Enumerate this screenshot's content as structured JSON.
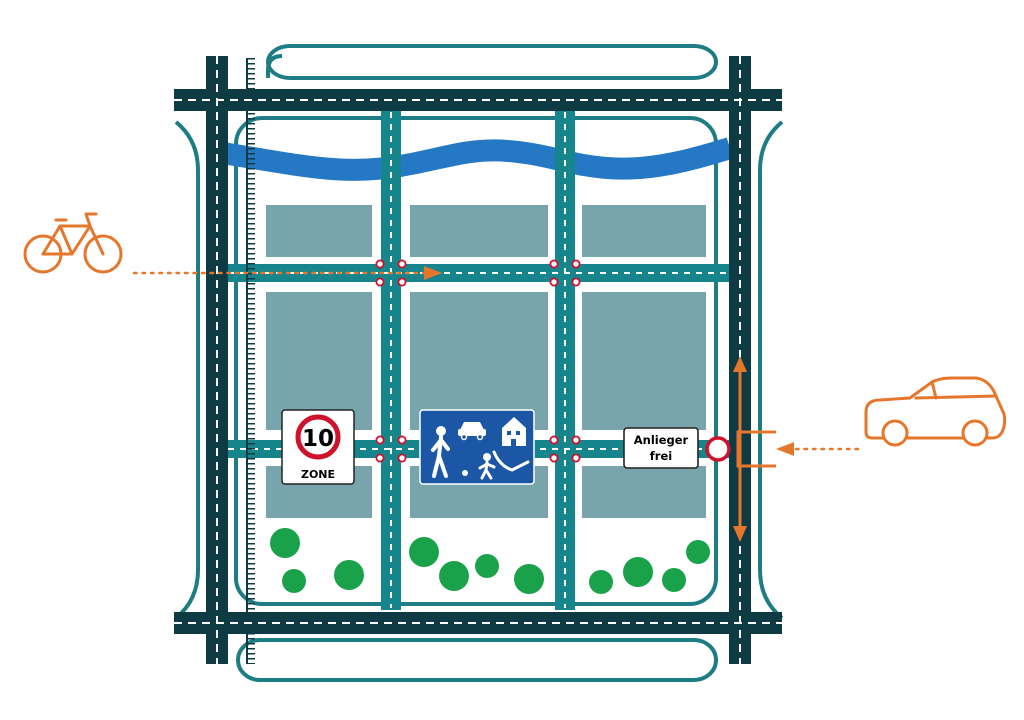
{
  "colors": {
    "background": "#ffffff",
    "main_road": "#0e3a44",
    "local_road": "#17868c",
    "block_outline": "#1d7c84",
    "building": "#78a5ab",
    "river": "#2478c4",
    "tree": "#1aa24a",
    "accent": "#e5772d",
    "sign_red": "#d0112b",
    "sign_blue": "#1c57a5",
    "lane_mark": "#ffffff"
  },
  "signs": {
    "speed_limit_value": "10",
    "speed_limit_zone": "ZONE",
    "residents_only_line1": "Anlieger",
    "residents_only_line2": "frei"
  },
  "icons": {
    "bicycle": "bicycle-icon",
    "car": "car-icon",
    "traffic_calmed_area": "play-street-sign-icon",
    "no_entry": "prohibition-circle-icon"
  }
}
